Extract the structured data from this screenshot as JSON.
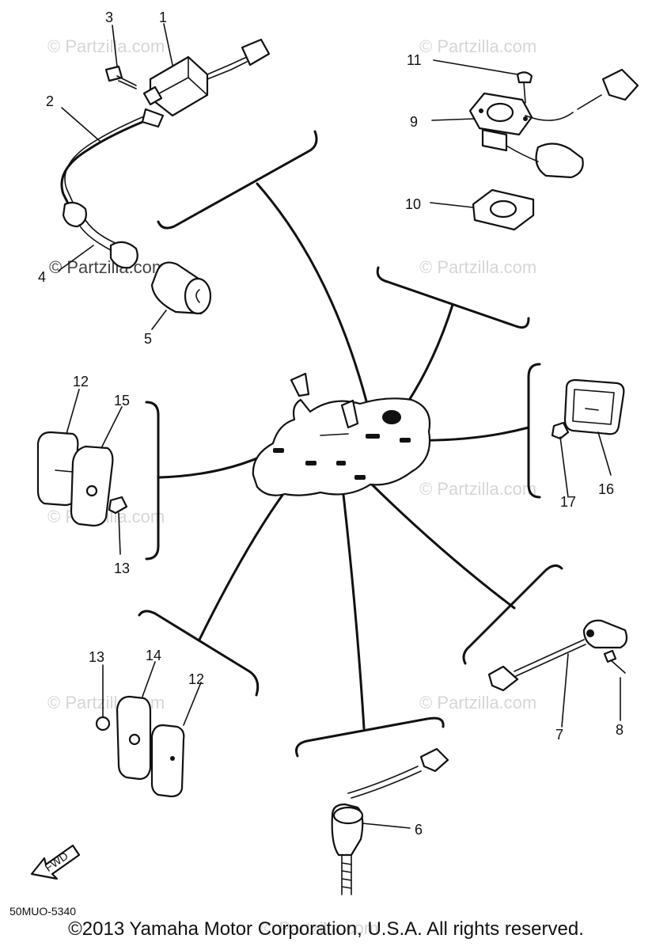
{
  "diagram": {
    "callouts": [
      {
        "id": "c1",
        "text": "1"
      },
      {
        "id": "c2",
        "text": "2"
      },
      {
        "id": "c3",
        "text": "3"
      },
      {
        "id": "c4",
        "text": "4"
      },
      {
        "id": "c5",
        "text": "5"
      },
      {
        "id": "c6",
        "text": "6"
      },
      {
        "id": "c7",
        "text": "7"
      },
      {
        "id": "c8",
        "text": "8"
      },
      {
        "id": "c9",
        "text": "9"
      },
      {
        "id": "c10",
        "text": "10"
      },
      {
        "id": "c11",
        "text": "11"
      },
      {
        "id": "c12a",
        "text": "12"
      },
      {
        "id": "c12b",
        "text": "12"
      },
      {
        "id": "c13a",
        "text": "13"
      },
      {
        "id": "c13b",
        "text": "13"
      },
      {
        "id": "c14",
        "text": "14"
      },
      {
        "id": "c15",
        "text": "15"
      },
      {
        "id": "c16",
        "text": "16"
      },
      {
        "id": "c17",
        "text": "17"
      }
    ],
    "fwd_label": "FWD",
    "drawing_code": "50MUO-5340",
    "watermark": "© Partzilla.com"
  },
  "footer": {
    "copyright": "©2013 Yamaha Motor Corporation, U.S.A. All rights reserved."
  },
  "colors": {
    "line": "#111111",
    "watermark": "#d6d6d6",
    "background": "#ffffff"
  }
}
